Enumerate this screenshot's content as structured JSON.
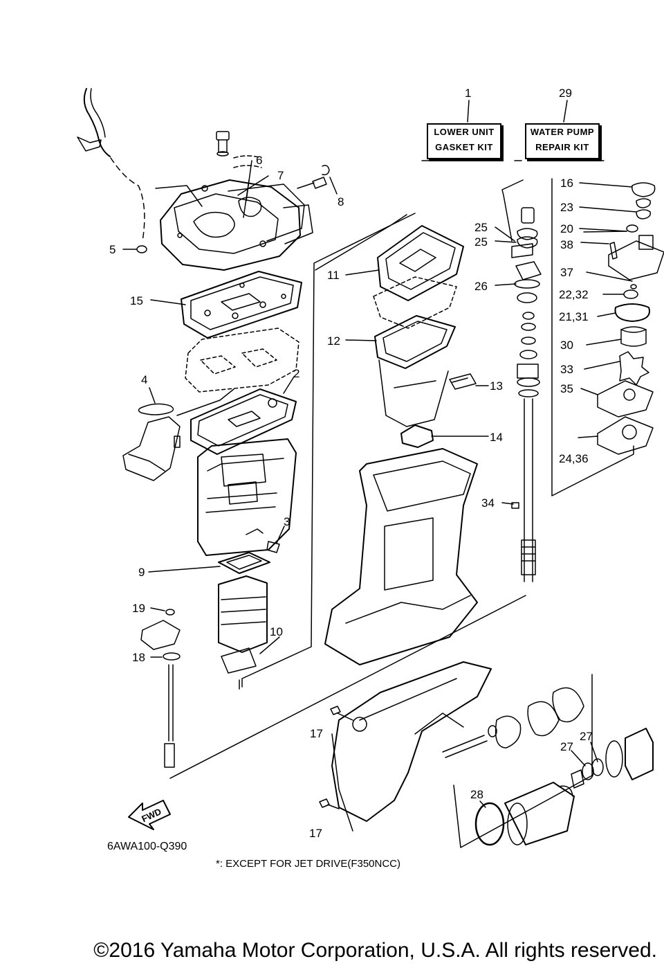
{
  "kits": {
    "lower_unit": {
      "number": "1",
      "line1": "LOWER UNIT",
      "line2": "GASKET KIT"
    },
    "water_pump": {
      "number": "29",
      "line1": "WATER PUMP",
      "line2": "REPAIR KIT"
    }
  },
  "callouts": {
    "c5": "5",
    "c6": "6",
    "c7": "7",
    "c8": "8",
    "c15": "15",
    "c4": "4",
    "c2": "2",
    "c3": "3",
    "c9": "9",
    "c19": "19",
    "c18": "18",
    "c10": "10",
    "c11": "11",
    "c12": "12",
    "c13": "13",
    "c14": "14",
    "c25a": "25",
    "c25b": "25",
    "c26": "26",
    "c34": "34",
    "c16": "16",
    "c23": "23",
    "c20": "20",
    "c38": "38",
    "c37": "37",
    "c22_32": "22,32",
    "c21_31": "21,31",
    "c30": "30",
    "c33": "33",
    "c35": "35",
    "c24_36": "24,36",
    "c17a": "17",
    "c17b": "17",
    "c27a": "27",
    "c27b": "27",
    "c28": "28"
  },
  "fwd_label": "FWD",
  "model_code": "6AWA100-Q390",
  "footnote": "*: EXCEPT FOR JET DRIVE(F350NCC)",
  "copyright": "©2016 Yamaha Motor Corporation, U.S.A. All rights reserved."
}
